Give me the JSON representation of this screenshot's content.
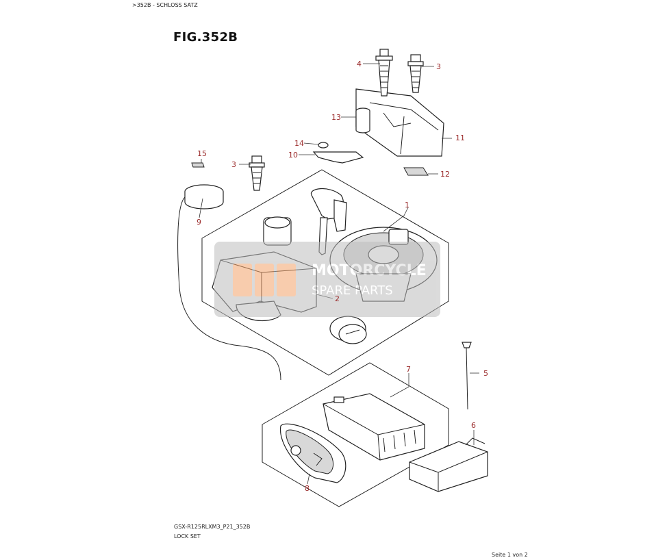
{
  "page": {
    "breadcrumb": ">352B - SCHLOSS SATZ",
    "figure_title": "FIG.352B",
    "model_code": "GSX-R125RLXM3_P21_352B",
    "description": "LOCK SET",
    "pager": "Seite 1 von 2"
  },
  "watermark": {
    "text_line1": "MOTORCYCLE",
    "text_line2": "SPARE PARTS",
    "accent_color": "#f4a46b"
  },
  "callouts": [
    {
      "id": "1",
      "label": "1"
    },
    {
      "id": "2",
      "label": "2"
    },
    {
      "id": "3a",
      "label": "3"
    },
    {
      "id": "3b",
      "label": "3"
    },
    {
      "id": "4",
      "label": "4"
    },
    {
      "id": "5",
      "label": "5"
    },
    {
      "id": "6",
      "label": "6"
    },
    {
      "id": "7",
      "label": "7"
    },
    {
      "id": "8",
      "label": "8"
    },
    {
      "id": "9",
      "label": "9"
    },
    {
      "id": "10",
      "label": "10"
    },
    {
      "id": "11",
      "label": "11"
    },
    {
      "id": "12",
      "label": "12"
    },
    {
      "id": "13",
      "label": "13"
    },
    {
      "id": "14",
      "label": "14"
    },
    {
      "id": "15",
      "label": "15"
    }
  ],
  "colors": {
    "callout": "#9b2b2b",
    "line": "#222222"
  }
}
